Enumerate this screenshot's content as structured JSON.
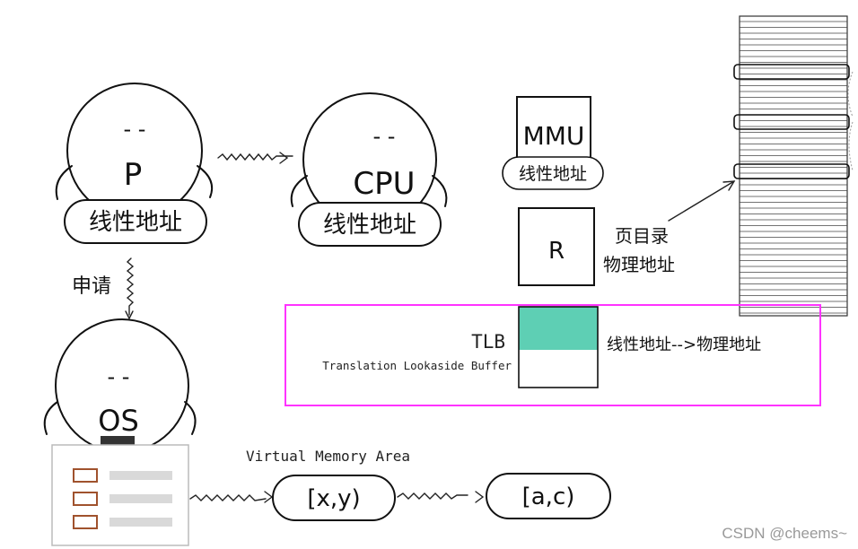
{
  "characters": {
    "process": {
      "face": "- -",
      "letter": "P",
      "bubble": "线性地址"
    },
    "cpu": {
      "face": "- -",
      "letter": "CPU",
      "bubble": "线性地址"
    },
    "os": {
      "face": "- -",
      "letter": "OS"
    }
  },
  "request_label": "申请",
  "mmu": {
    "label": "MMU",
    "bubble": "线性地址"
  },
  "register": {
    "label": "R",
    "caption_line1": "页目录",
    "caption_line2": "物理地址"
  },
  "tlb": {
    "title": "TLB",
    "subtitle": "Translation Lookaside Buffer",
    "mapping": "线性地址-->物理地址",
    "highlight_color": "#ff33ff",
    "cache_color": "#5ecfb4"
  },
  "vma": {
    "label": "Virtual Memory Area",
    "range1": "[x,y)",
    "range2": "[a,c)"
  },
  "watermark": "CSDN @cheems~"
}
